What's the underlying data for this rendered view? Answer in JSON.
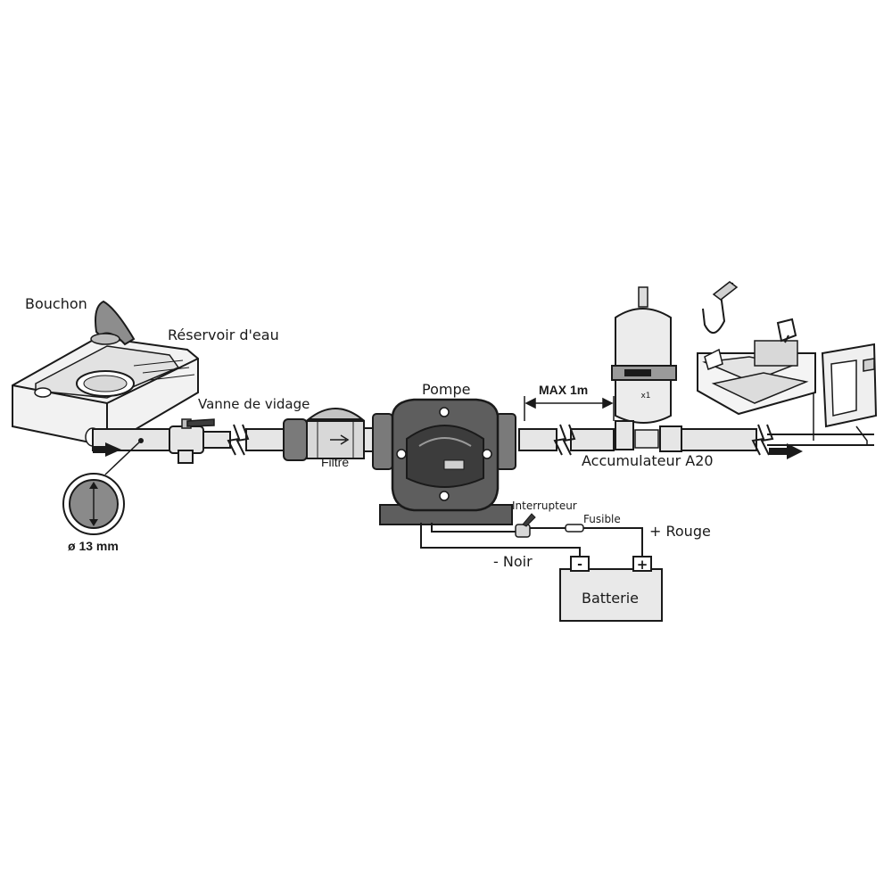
{
  "labels": {
    "bouchon": "Bouchon",
    "reservoir": "Réservoir d'eau",
    "vanne": "Vanne de vidage",
    "filtre": "Filtre",
    "pompe": "Pompe",
    "max": "MAX 1m",
    "accumulateur": "Accumulateur A20",
    "diametre": "ø 13 mm",
    "interrupteur": "Interrupteur",
    "fusible": "Fusible",
    "rouge": "+ Rouge",
    "noir": "- Noir",
    "batterie": "Batterie",
    "minus": "-",
    "plus": "+"
  },
  "colors": {
    "outline": "#1a1a1a",
    "pipe": "#e6e6e6",
    "pump": "#5e5e5e",
    "pump_dark": "#3c3c3c",
    "tank": "#f2f2f2",
    "battery": "#e9e9e9",
    "disc": "#8a8a8a"
  }
}
